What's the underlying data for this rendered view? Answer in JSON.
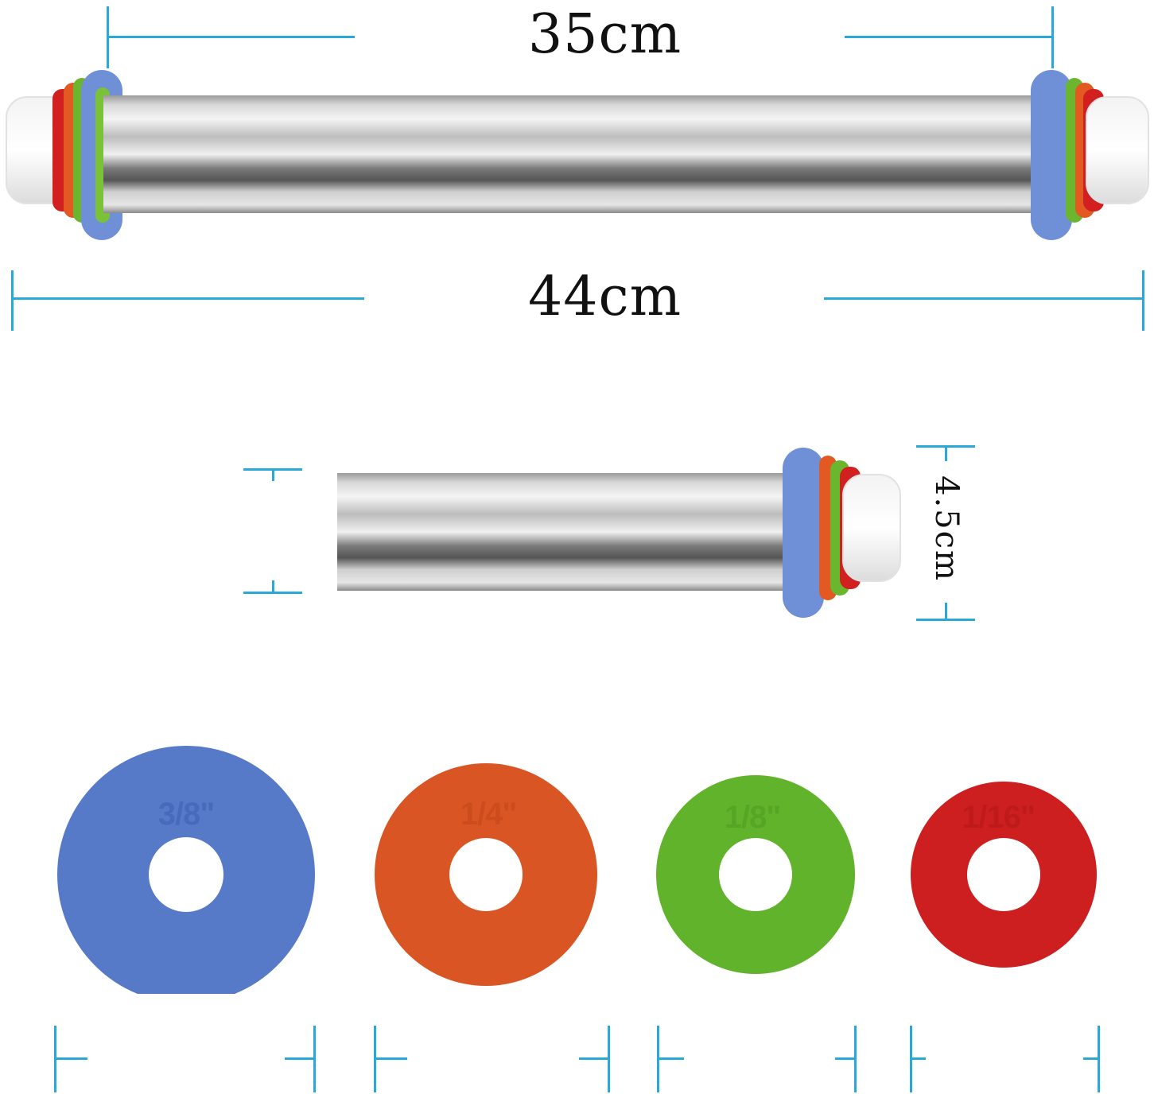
{
  "dimensions": {
    "inner_length": "35cm",
    "total_length": "44cm",
    "diameter": "4.5cm"
  },
  "rings": [
    {
      "label": "3/8\"",
      "color": "#5679c8",
      "text_color": "#3e5fb0"
    },
    {
      "label": "1/4\"",
      "color": "#d95523",
      "text_color": "#c44519"
    },
    {
      "label": "1/8\"",
      "color": "#62b32c",
      "text_color": "#4e9a1f"
    },
    {
      "label": "1/16\"",
      "color": "#cd1f1f",
      "text_color": "#b51616"
    }
  ],
  "colors": {
    "measure_line": "#2aa8d6",
    "steel_light": "#f2f2f2",
    "steel_dark": "#6f6f6f"
  }
}
